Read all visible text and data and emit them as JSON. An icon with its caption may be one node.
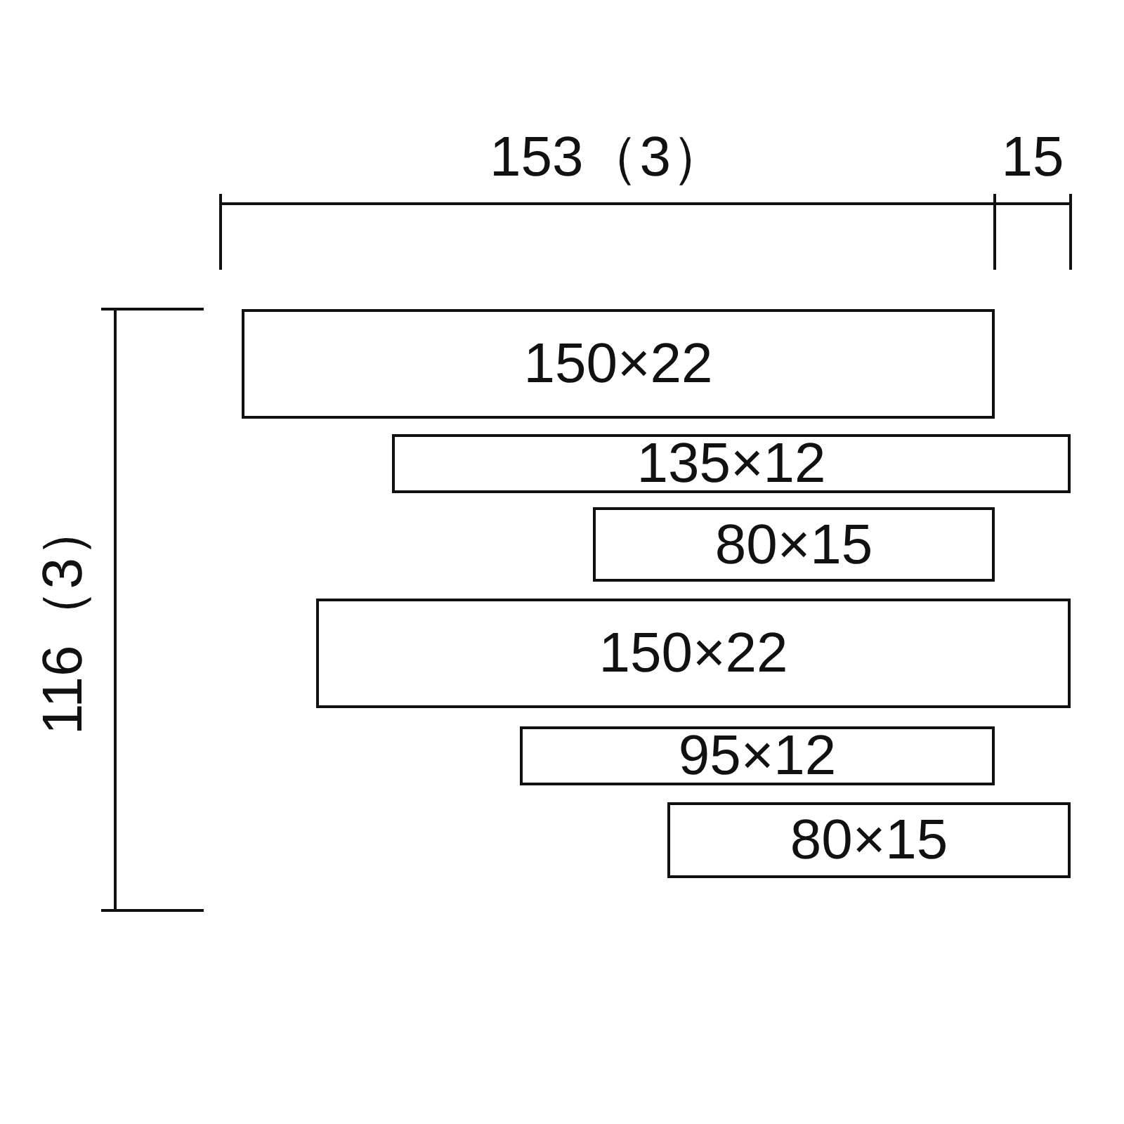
{
  "diagram": {
    "nodes": [
      {
        "text": [
          "150×22"
        ]
      },
      {
        "text": [
          "135×12"
        ]
      },
      {
        "text": [
          "80×15"
        ]
      },
      {
        "text": [
          "150×22"
        ]
      },
      {
        "text": [
          "95×12"
        ]
      },
      {
        "text": [
          "80×15"
        ]
      }
    ],
    "labels": [
      "153（3）",
      "15",
      "116（3）"
    ]
  }
}
